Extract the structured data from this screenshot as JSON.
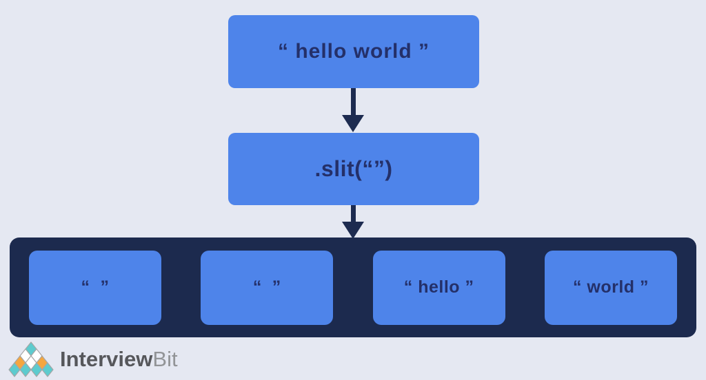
{
  "colors": {
    "background": "#e5e8f2",
    "box_blue": "#4e84ea",
    "container_navy": "#1c2a4e",
    "box_text_navy": "#243069",
    "arrow_navy": "#1d2b50",
    "logo_teal": "#5dcbce",
    "logo_orange": "#f4a63f",
    "logo_text_dark": "#56575b",
    "logo_text_light": "#929497"
  },
  "diagram": {
    "input_box": {
      "label": "“ hello world ”"
    },
    "operation_box": {
      "label": ".slit(“”)"
    },
    "result_boxes": [
      {
        "label": "“  ”"
      },
      {
        "label": "“  ”"
      },
      {
        "label": "“ hello ”"
      },
      {
        "label": "“ world ”"
      }
    ]
  },
  "logo": {
    "text_primary": "Interview",
    "text_secondary": "Bit"
  }
}
